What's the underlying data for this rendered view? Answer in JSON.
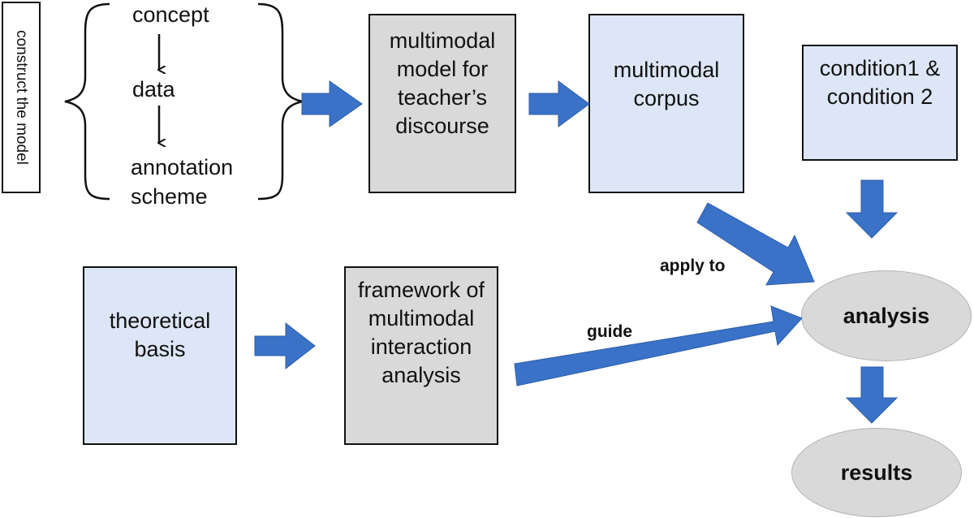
{
  "side_label": "construct the model",
  "steps": [
    "concept",
    "data",
    "annotation scheme"
  ],
  "boxes": {
    "multimodal_model": "multimodal model for teacher’s discourse",
    "multimodal_corpus": "multimodal corpus",
    "conditions": "condition1 & condition 2",
    "theoretical_basis": "theoretical basis",
    "framework": "framework of multimodal interaction analysis"
  },
  "ellipses": {
    "analysis": "analysis",
    "results": "results"
  },
  "arrow_labels": {
    "apply_to": "apply to",
    "guide": "guide"
  },
  "colors": {
    "blue_box": "#dce6f7",
    "gray_box": "#d9d9d9",
    "arrow": "#3a72c8"
  }
}
